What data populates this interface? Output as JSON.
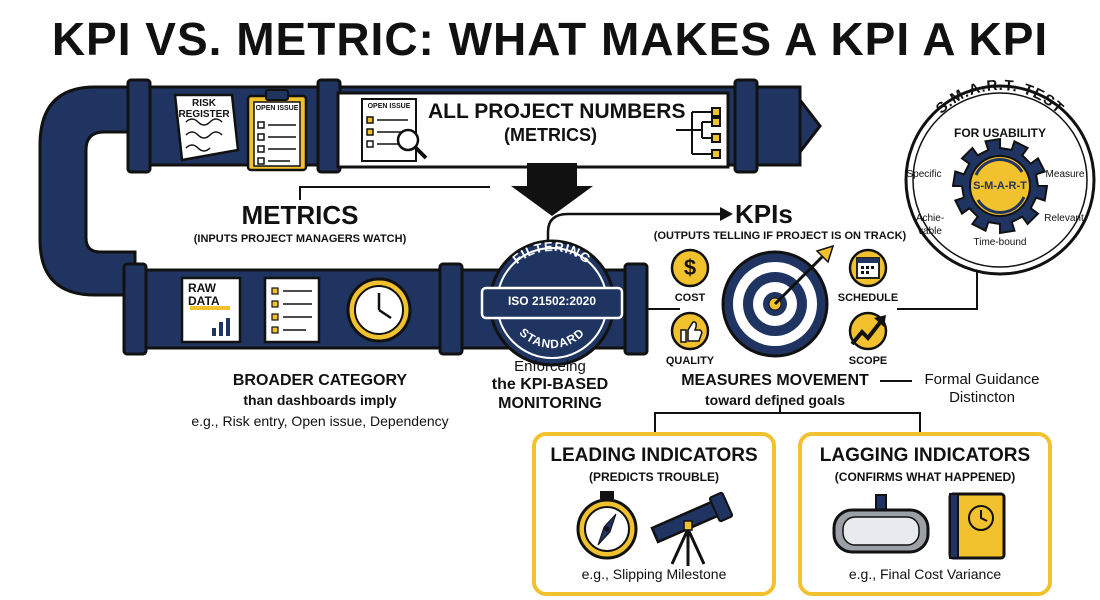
{
  "title": "KPI VS. METRIC: WHAT MAKES A KPI A KPI",
  "top_pipe": {
    "risk_register_label": "RISK\nREGISTER",
    "open_issue_label": "OPEN ISSUE",
    "open_issue_label_2": "OPEN ISSUE",
    "all_numbers_title": "ALL PROJECT NUMBERS",
    "all_numbers_subtitle": "(METRICS)"
  },
  "metrics": {
    "title": "METRICS",
    "subtitle": "(INPUTS PROJECT MANAGERS WATCH)"
  },
  "bottom_pipe": {
    "raw_data_label": "RAW\nDATA"
  },
  "broader": {
    "line1": "BROADER CATEGORY",
    "line2": "than dashboards imply",
    "line3": "e.g., Risk entry, Open issue, Dependency"
  },
  "filter_badge": {
    "top": "FILTERING",
    "middle": "ISO 21502:2020",
    "bottom": "STANDARD"
  },
  "enforcing": {
    "line1": "Enforceing",
    "line2": "the KPI-BASED",
    "line3": "MONITORING"
  },
  "kpis": {
    "title": "KPIs",
    "subtitle": "(OUTPUTS TELLING IF PROJECT IS ON TRACK)",
    "cost": "COST",
    "schedule": "SCHEDULE",
    "quality": "QUALITY",
    "scope": "SCOPE",
    "measures_title": "MEASURES MOVEMENT",
    "measures_subtitle": "toward defined goals",
    "guidance_line1": "Formal Guidance",
    "guidance_line2": "Distincton"
  },
  "smart": {
    "title": "S.M.A.R.T. TEST",
    "subtitle": "FOR USABILITY",
    "center": "S-M-A-R-T",
    "specific": "Specific",
    "measure": "Measure",
    "achievable_1": "Achie-",
    "achievable_2": "vable",
    "relevant": "Relevant",
    "time_bound": "Time-bound"
  },
  "leading": {
    "title": "LEADING INDICATORS",
    "subtitle": "(PREDICTS TROUBLE)",
    "example": "e.g., Slipping Milestone"
  },
  "lagging": {
    "title": "LAGGING INDICATORS",
    "subtitle": "(CONFIRMS WHAT HAPPENED)",
    "example": "e.g., Final Cost Variance"
  },
  "colors": {
    "navy": "#1f3461",
    "yellow": "#f2c12e",
    "ink": "#111111"
  }
}
